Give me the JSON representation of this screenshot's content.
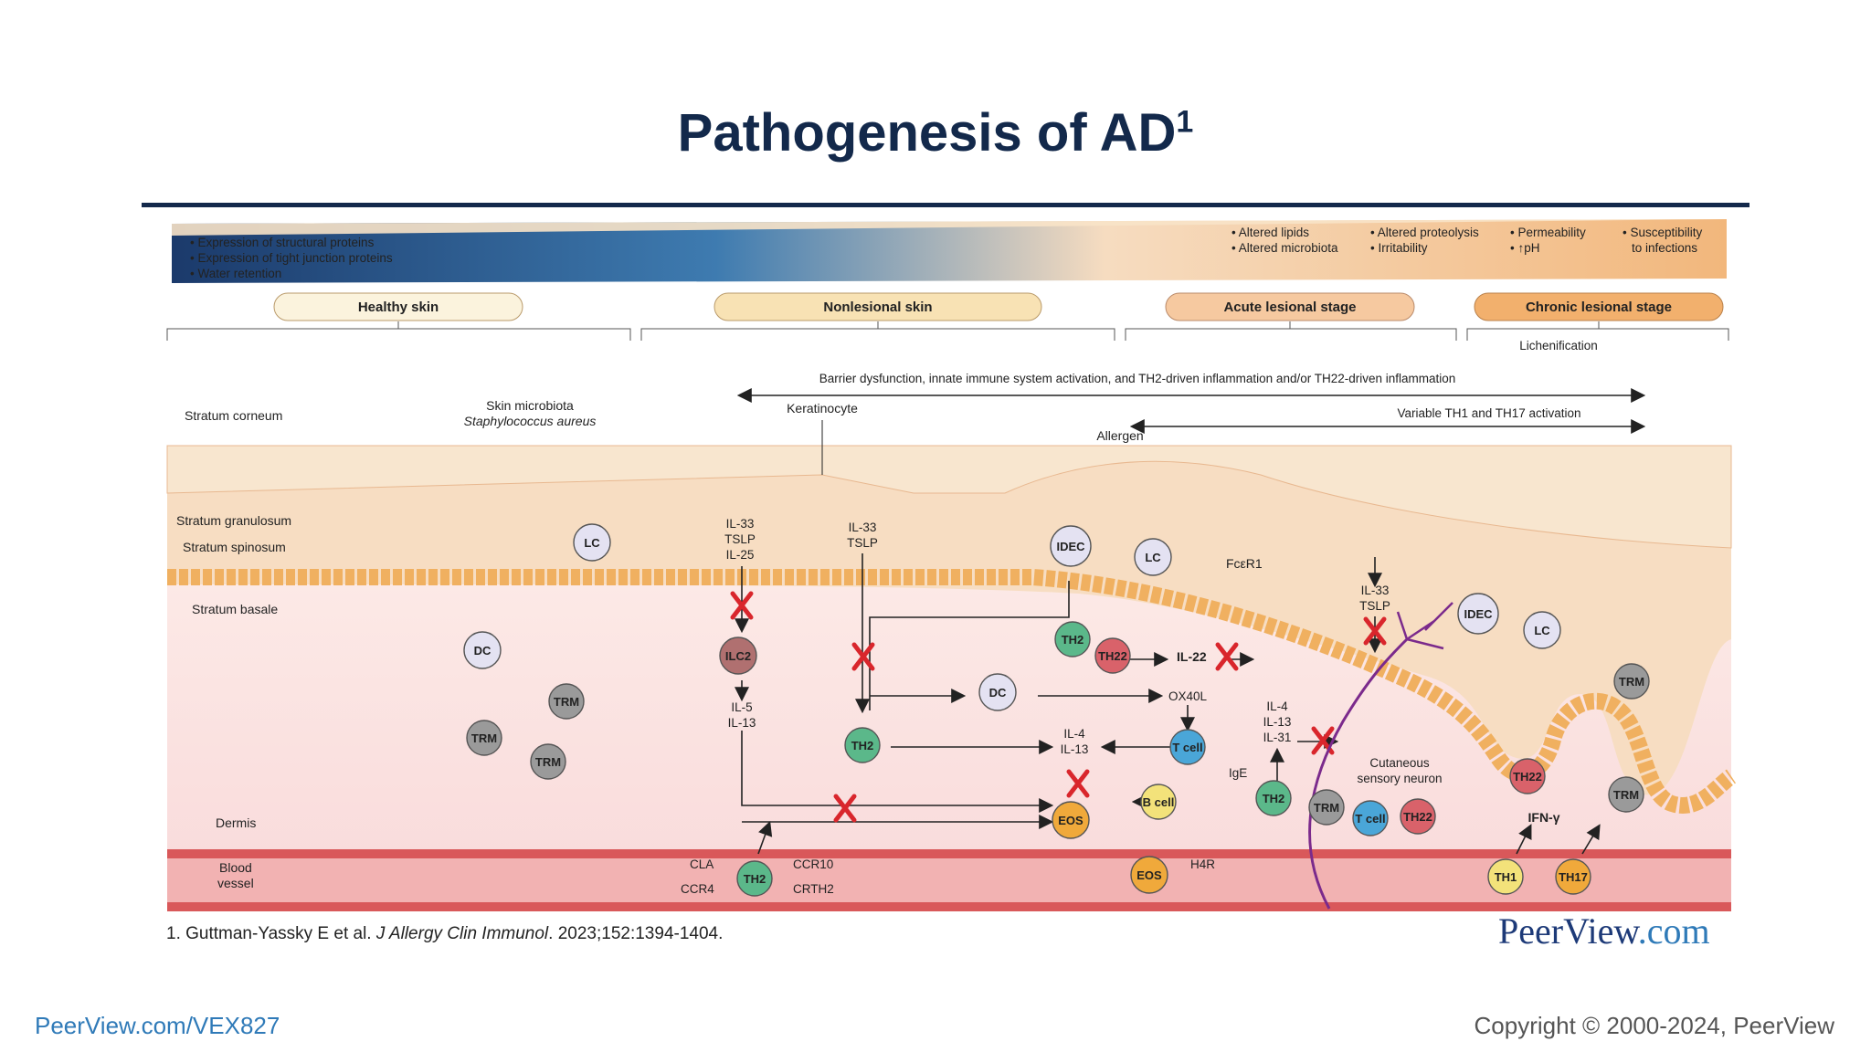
{
  "title": "Pathogenesis of AD",
  "title_sup": "1",
  "banner": {
    "left_bullets": [
      "• Expression of structural proteins",
      "• Expression of tight junction proteins",
      "• Water retention"
    ],
    "right_bullets": [
      "• Altered lipids",
      "• Altered microbiota",
      "• Altered proteolysis",
      "• Irritability",
      "• Permeability",
      "• ↑pH",
      "• Susceptibility",
      "to infections"
    ]
  },
  "stages": [
    "Healthy skin",
    "Nonlesional skin",
    "Acute lesional stage",
    "Chronic lesional stage"
  ],
  "lichenification": "Lichenification",
  "arrows": {
    "barrier": "Barrier dysfunction, innate immune system activation, and TH2-driven inflammation and/or TH22-driven inflammation",
    "variable": "Variable TH1 and TH17 activation"
  },
  "layers": [
    "Stratum corneum",
    "Stratum granulosum",
    "Stratum spinosum",
    "Stratum basale",
    "Dermis",
    "Blood",
    "vessel"
  ],
  "labels": {
    "microbiota": "Skin microbiota",
    "staph": "Staphylococcus aureus",
    "keratinocyte": "Keratinocyte",
    "allergen": "Allergen",
    "fcer1": "FcεR1",
    "cytokines_a": [
      "IL-33",
      "TSLP",
      "IL-25"
    ],
    "cytokines_b": [
      "IL-33",
      "TSLP"
    ],
    "cytokines_c": [
      "IL-33",
      "TSLP"
    ],
    "il5": [
      "IL-5",
      "IL-13"
    ],
    "il4": [
      "IL-4",
      "IL-13"
    ],
    "il4b": [
      "IL-4",
      "IL-13",
      "IL-31"
    ],
    "il22": "IL-22",
    "ox40l": "OX40L",
    "ige": "IgE",
    "neuron": [
      "Cutaneous",
      "sensory neuron"
    ],
    "ifng": "IFN-γ",
    "cla": "CLA",
    "ccr4": "CCR4",
    "ccr10": "CCR10",
    "crth2": "CRTH2",
    "h4r": "H4R"
  },
  "cells": {
    "lc": "LC",
    "dc": "DC",
    "trm": "TRM",
    "ilc2": "ILC2",
    "idec": "IDEC",
    "th2": "TH2",
    "th22": "TH22",
    "tcell": "T cell",
    "bcell": "B cell",
    "eos": "EOS",
    "th1": "TH1",
    "th17": "TH17"
  },
  "reference": {
    "prefix": "1. Guttman-Yassky E et al. ",
    "journal": "J Allergy Clin Immunol",
    "suffix": ". 2023;152:1394-1404."
  },
  "brand": {
    "name": "PeerView",
    "suffix": ".com"
  },
  "footer": {
    "url": "PeerView.com/VEX827",
    "copyright": "Copyright © 2000-2024, PeerView"
  },
  "colors": {
    "navy": "#13294b",
    "skin": "#f7ddc2",
    "dermis": "#fbe3e3",
    "vessel": "#f3b9b9",
    "th2": "#5bb88a",
    "th22": "#d9626a",
    "tcell": "#4aa6d8",
    "bcell": "#f3e27a",
    "eos": "#f0a93b",
    "trm": "#9a9a9a"
  }
}
